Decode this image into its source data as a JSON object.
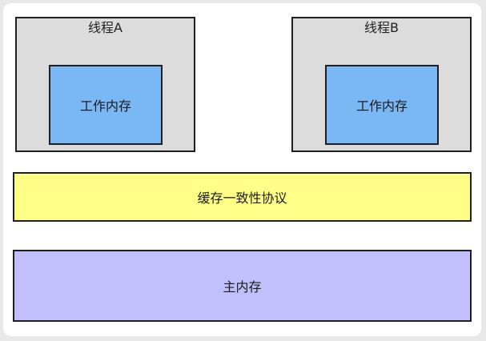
{
  "thread_a": {
    "title": "线程A",
    "work_memory": "工作内存"
  },
  "thread_b": {
    "title": "线程B",
    "work_memory": "工作内存"
  },
  "cache_protocol": {
    "label": "缓存一致性协议"
  },
  "main_memory": {
    "label": "主内存"
  },
  "colors": {
    "thread_bg": "#dcdcdc",
    "work_memory_bg": "#7ab7f5",
    "cache_bg": "#ffff88",
    "main_memory_bg": "#c2c0fc",
    "border": "#1f1f1f"
  }
}
